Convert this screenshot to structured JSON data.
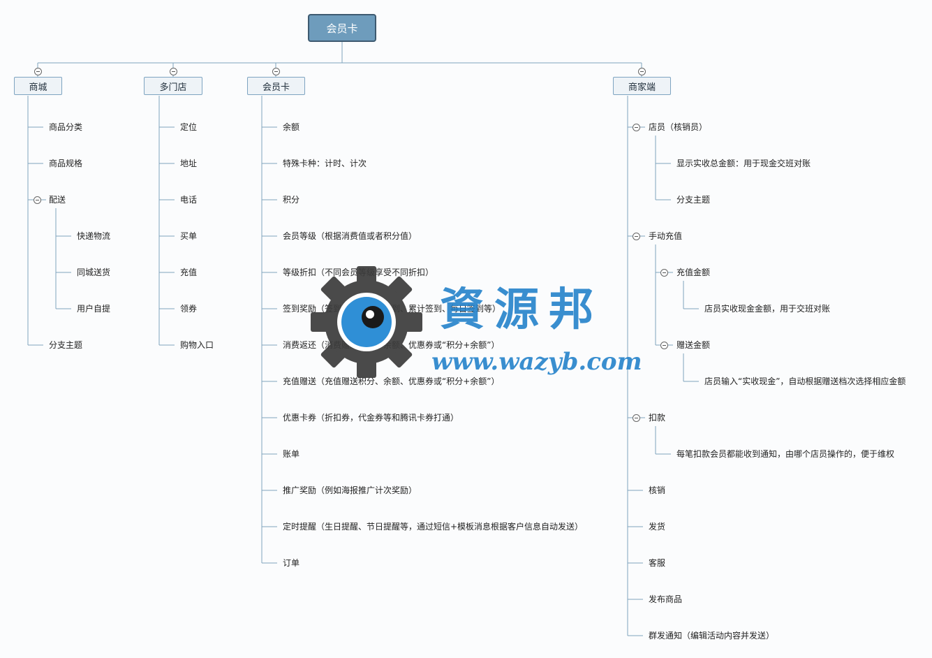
{
  "root": "会员卡",
  "branches": {
    "mall": {
      "title": "商城",
      "items": [
        "商品分类",
        "商品规格",
        "配送",
        "分支主题"
      ],
      "delivery_children": [
        "快递物流",
        "同城送货",
        "用户自提"
      ]
    },
    "stores": {
      "title": "多门店",
      "items": [
        "定位",
        "地址",
        "电话",
        "买单",
        "充值",
        "领券",
        "购物入口"
      ]
    },
    "card": {
      "title": "会员卡",
      "items": [
        "余额",
        "特殊卡种：计时、计次",
        "积分",
        "会员等级（根据消费值或者积分值）",
        "等级折扣（不同会员等级享受不同折扣）",
        "签到奖励（签到奖励、连续签到、累计签到、每日签到等）",
        "消费返还（消费赠送积分、余额、优惠券或“积分+余额”）",
        "充值赠送（充值赠送积分、余额、优惠券或“积分+余额”）",
        "优惠卡券（折扣券，代金券等和腾讯卡券打通）",
        "账单",
        "推广奖励（例如海报推广计次奖励）",
        "定时提醒（生日提醒、节日提醒等，通过短信+模板消息根据客户信息自动发送）",
        "订单"
      ]
    },
    "merchant": {
      "title": "商家端",
      "staff": {
        "label": "店员（核销员）",
        "children": [
          "显示实收总金额：用于现金交班对账",
          "分支主题"
        ]
      },
      "manual_recharge": {
        "label": "手动充值",
        "amount": {
          "label": "充值金额",
          "child": "店员实收现金金额，用于交班对账"
        },
        "bonus": {
          "label": "赠送金额",
          "child": "店员输入“实收现金”，自动根据赠送档次选择相应金额"
        }
      },
      "deduct": {
        "label": "扣款",
        "child": "每笔扣款会员都能收到通知，由哪个店员操作的，便于维权"
      },
      "others": [
        "核销",
        "发货",
        "客服",
        "发布商品",
        "群发通知（编辑活动内容并发送）"
      ]
    }
  },
  "watermark": {
    "title": "資源邦",
    "url": "www.wazyb.com"
  },
  "colors": {
    "root_fill": "#6e9cbc",
    "root_border": "#3e5a70",
    "category_fill": "#eef3f7",
    "category_border": "#7ea4c1",
    "connector": "#7fa3bd",
    "watermark": "#1f7fc9"
  }
}
